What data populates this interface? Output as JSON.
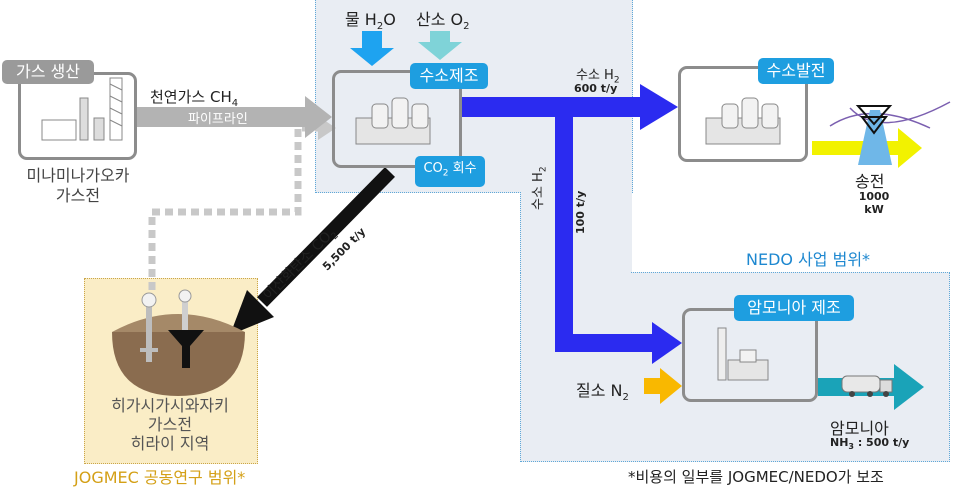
{
  "gas_production": {
    "tag": "가스 생산",
    "site_line1": "미나미나가오카",
    "site_line2": "가스전"
  },
  "natural_gas": {
    "label": "천연가스 CH",
    "sub": "4",
    "pipeline": "파이프라인"
  },
  "inputs": {
    "water": "물 H",
    "water_sub": "2",
    "water_o": "O",
    "oxygen": "산소 O",
    "oxygen_sub": "2"
  },
  "hydrogen_production": {
    "tag": "수소제조",
    "co2_recovery": "CO",
    "co2_recovery_sub": "2",
    "co2_recovery_suffix": " 회수"
  },
  "hydrogen_flow_top": {
    "label": "수소 H",
    "sub": "2",
    "amount": "600 t/y"
  },
  "hydrogen_flow_down": {
    "label": "수소 H",
    "sub": "2",
    "amount": "100 t/y"
  },
  "power_generation": {
    "tag": "수소발전",
    "label": "송전",
    "amount_value": "1000",
    "amount_unit": "kW"
  },
  "co2_flow": {
    "label": "이산화탄소 CO",
    "sub": "2",
    "amount": "5,500 t/y"
  },
  "nedo_scope": "NEDO 사업 범위*",
  "ammonia_production": {
    "tag": "암모니아 제조",
    "nitrogen": "질소 N",
    "nitrogen_sub": "2",
    "product": "암모니아",
    "amount": "NH",
    "amount_sub": "3",
    "amount_suffix": " : 500 t/y"
  },
  "jogmec_site": {
    "line1": "히가시가시와자키",
    "line2": "가스전",
    "line3": "히라이 지역",
    "scope": "JOGMEC 공동연구 범위*"
  },
  "footnote": "*비용의 일부를 JOGMEC/NEDO가 보조",
  "colors": {
    "nedo_region": "#e9edf3",
    "jogmec_region": "#faedc6",
    "tag_blue": "#1e9ee0",
    "flow_blue": "#2b2bf0",
    "pipeline_gray": "#b3b3b3",
    "co2_black": "#111111",
    "power_yellow": "#f2f200",
    "nitrogen_orange": "#f9b800",
    "ammonia_teal": "#1aa3b8",
    "jogmec_text": "#d4a017"
  }
}
